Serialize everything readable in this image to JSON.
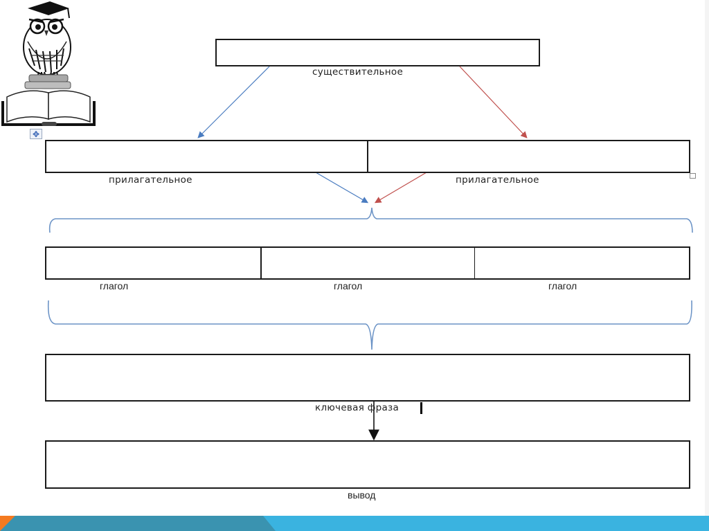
{
  "diagram": {
    "title_box": {
      "label": "существительное"
    },
    "adjective_row": {
      "labels": [
        "прилагательное",
        "прилагательное"
      ]
    },
    "verb_row": {
      "labels": [
        "глагол",
        "глагол",
        "глагол"
      ]
    },
    "key_phrase": {
      "label": "ключевая фраза"
    },
    "conclusion": {
      "label": "вывод"
    }
  },
  "icons": {
    "logo": "owl-with-book-logo",
    "move_handle": "table-move-handle-icon",
    "resize_handle": "table-resize-handle-icon"
  },
  "colors": {
    "blue_arrow": "#4a7cc0",
    "red_arrow": "#c0504d",
    "brace": "#6b93c6",
    "footer_dark": "#3a93b0",
    "footer_light": "#3ab3e0",
    "footer_accent": "#f47a20"
  }
}
